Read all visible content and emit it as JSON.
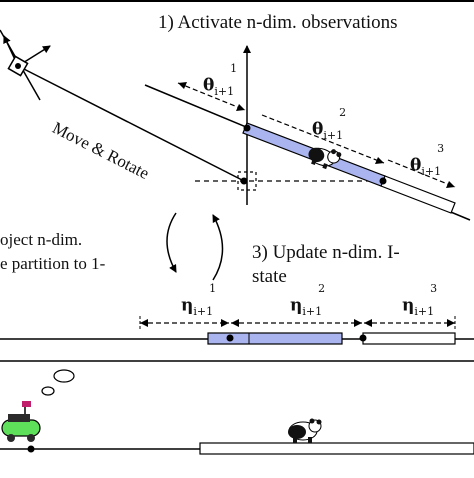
{
  "labels": {
    "step1": "1) Activate n-dim. observations",
    "step2_line1": "oject n-dim.",
    "step2_line2": "e partition to 1-",
    "step3_line1": "3) Update n-dim. I-",
    "step3_line2": "state",
    "move_rotate": "Move & Rotate"
  },
  "theta": {
    "symbol": "θ",
    "subscript": "i+1",
    "superscripts": [
      "1",
      "2",
      "3"
    ]
  },
  "eta": {
    "symbol": "η",
    "subscript": "i+1",
    "superscripts": [
      "1",
      "2",
      "3"
    ]
  },
  "colors": {
    "line": "#000000",
    "blue_partition": "#aab4ee",
    "robot_green": "#5fe05a",
    "robot_dark": "#2b2b2b",
    "robot_flag": "#c0206b"
  },
  "icons": [
    "robot-icon",
    "panda-icon",
    "thought-bubble-icon",
    "sensor-frame-icon"
  ]
}
